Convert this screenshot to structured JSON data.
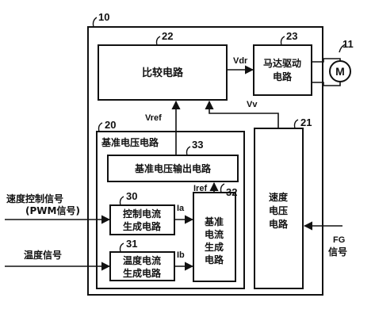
{
  "refs": {
    "system": "10",
    "comparator": "22",
    "motor_driver": "23",
    "motor": "11",
    "ref_voltage_circuit": "20",
    "speed_voltage": "21",
    "ref_voltage_output": "33",
    "control_current": "30",
    "temp_current": "31",
    "ref_current": "32"
  },
  "blocks": {
    "comparator": "比较电路",
    "motor_driver_line1": "马达驱动",
    "motor_driver_line2": "电路",
    "motor_symbol": "M",
    "ref_voltage_circuit": "基准电压电路",
    "ref_voltage_output": "基准电压输出电路",
    "control_line1": "控制电流",
    "control_line2": "生成电路",
    "temp_line1": "温度电流",
    "temp_line2": "生成电路",
    "ref_current_line1": "基准",
    "ref_current_line2": "电流",
    "ref_current_line3": "生成",
    "ref_current_line4": "电路",
    "speed_line1": "速度",
    "speed_line2": "电压",
    "speed_line3": "电路"
  },
  "signals": {
    "vdr": "Vdr",
    "vref": "Vref",
    "vv": "Vv",
    "iref": "Iref",
    "ia": "Ia",
    "ib": "Ib"
  },
  "inputs": {
    "speed_control_line1": "速度控制信号",
    "speed_control_line2": "(PWM信号)",
    "temperature": "温度信号",
    "fg_line1": "FG",
    "fg_line2": "信号"
  }
}
